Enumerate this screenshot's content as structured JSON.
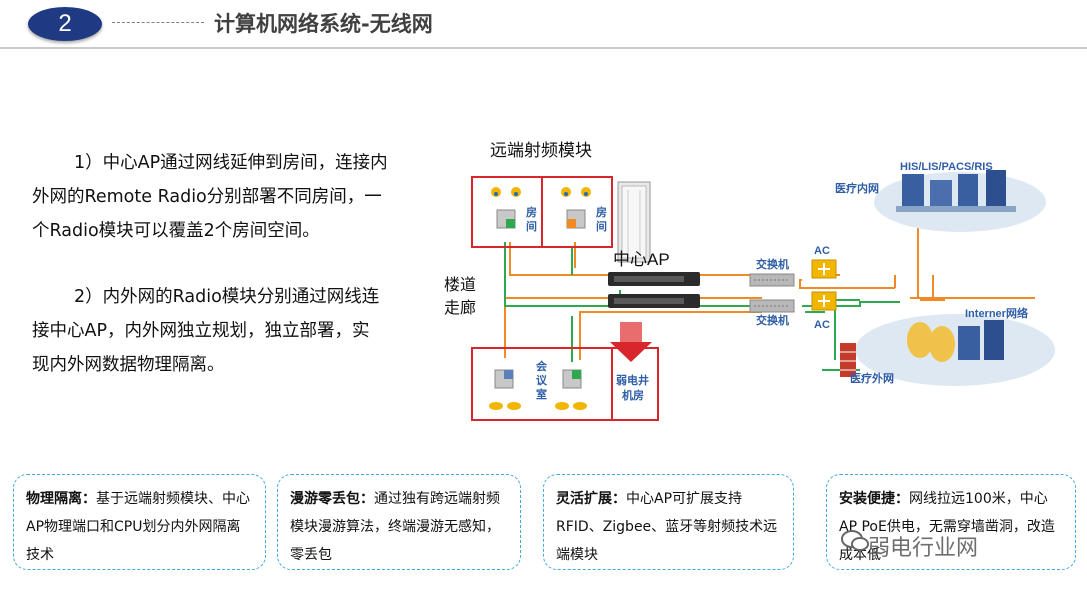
{
  "header": {
    "badge": "2",
    "title": "计算机网络系统-无线网"
  },
  "paragraphs": {
    "p1": {
      "line1": "1）中心AP通过网线延伸到房间，连接内",
      "line2": "外网的Remote Radio分别部署不同房间，一",
      "line3": "个Radio模块可以覆盖2个房间空间。"
    },
    "p2": {
      "line1": "2）内外网的Radio模块分别通过网线连",
      "line2": "接中心AP，内外网独立规划，独立部署，实",
      "line3": "现内外网数据物理隔离。"
    }
  },
  "diagram": {
    "remote_module_label": "远端射频模块",
    "room_label_1": [
      "房",
      "间"
    ],
    "room_label_2": [
      "房",
      "间"
    ],
    "corridor_label": [
      "楼道",
      "走廊"
    ],
    "center_ap_label": "中心AP",
    "meeting_room_label": [
      "会",
      "议",
      "室"
    ],
    "weak_current_label": [
      "弱电井",
      "机房"
    ],
    "switch_label_top": "交换机",
    "switch_label_bottom": "交换机",
    "ac_label_top": "AC",
    "ac_label_bottom": "AC",
    "his_label": "HIS/LIS/PACS/RIS",
    "intranet_label": "医疗内网",
    "internet_label": "Interner网络",
    "extranet_label": "医疗外网",
    "colors": {
      "room_border": "#d9262c",
      "orange_line": "#f08a24",
      "green_line": "#2fa84f",
      "ac_gold": "#f2b500",
      "label_blue": "#2f5ea8"
    }
  },
  "cards": [
    {
      "title": "物理隔离：",
      "body": "基于远端射频模块、中心AP物理端口和CPU划分内外网隔离技术"
    },
    {
      "title": "漫游零丢包：",
      "body": "通过独有跨远端射频模块漫游算法，终端漫游无感知，零丢包"
    },
    {
      "title": "灵活扩展：",
      "body": "中心AP可扩展支持RFID、Zigbee、蓝牙等射频技术远端模块"
    },
    {
      "title": "安装便捷：",
      "body": "网线拉远100米，中心AP PoE供电，无需穿墙凿洞，改造成本低"
    }
  ],
  "watermark": "弱电行业网"
}
